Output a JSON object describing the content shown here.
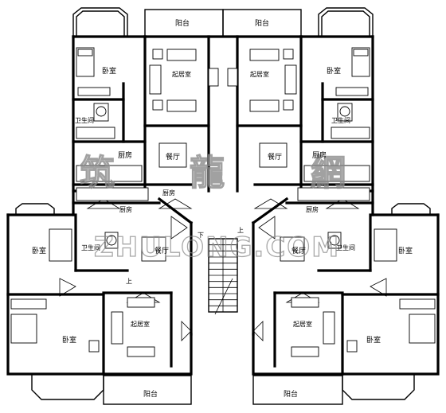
{
  "rooms": {
    "balcony": "阳台",
    "bedroom": "卧室",
    "living_room": "起居室",
    "dining_room": "餐厅",
    "kitchen": "厨房",
    "bathroom": "卫生间",
    "stair_up": "上",
    "stair_down": "下"
  },
  "watermark": {
    "chars": [
      "筑",
      "龍",
      "網"
    ],
    "latin": "ZHULONG.COM"
  }
}
